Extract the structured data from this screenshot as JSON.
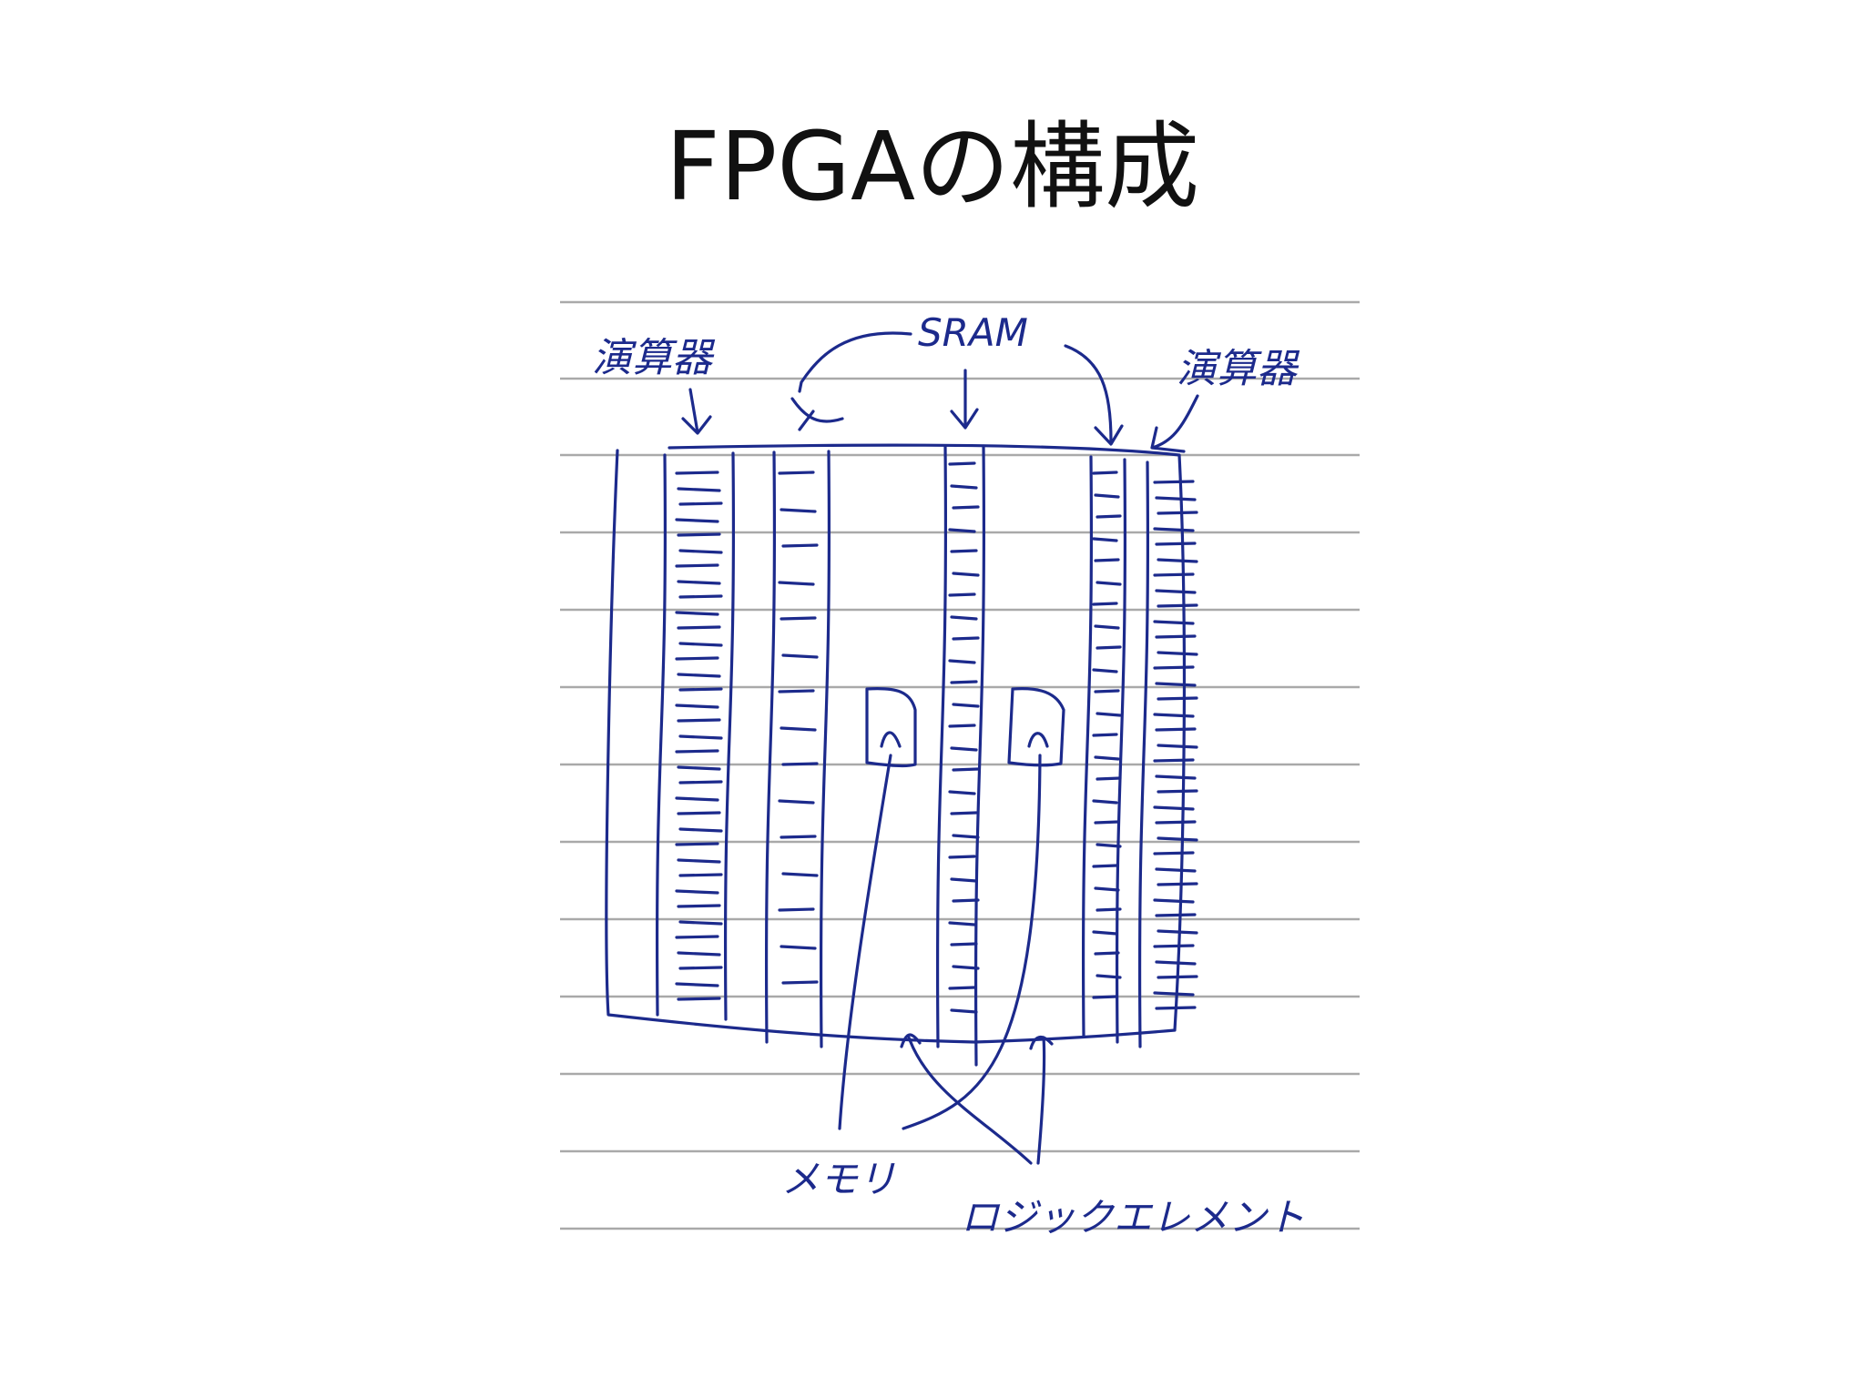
{
  "slide": {
    "title": "FPGAの構成"
  },
  "diagram": {
    "labels": {
      "compute_left": "演算器",
      "sram": "SRAM",
      "compute_right": "演算器",
      "memory": "メモリ",
      "logic_element": "ロジックエレメント"
    },
    "ink_color": "#1c2a8c",
    "rule_color": "#a9a9a9"
  }
}
